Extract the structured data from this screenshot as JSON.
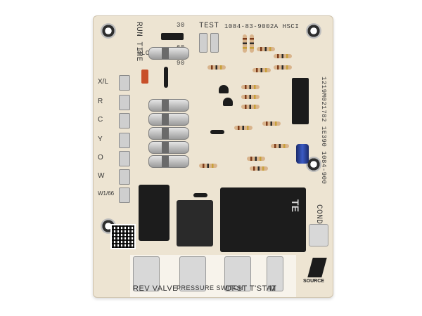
{
  "board": {
    "top_left_label": "RUN TIME",
    "jumper_values": [
      "30",
      "60",
      "90"
    ],
    "test_label": "TEST",
    "part_number_top": "1084-83-9002A HSCI",
    "side_part_number": "1219M021782 1E390 1084-900",
    "plc_label": "PLC=0",
    "terminal_labels": [
      "X/L",
      "R",
      "C",
      "Y",
      "O",
      "W",
      "W1/66"
    ],
    "bottom_labels": [
      "REV VALVE",
      "PRESSURE SWITCH",
      "DFST T'STAT",
      "M"
    ],
    "cond_fan_label": "COND FAN",
    "relay_brand": "TE",
    "source_logo_text": "SOURCE"
  },
  "colors": {
    "board": "#ede4d2",
    "relay": "#1c1c1c",
    "capacitor": "#3c5bc4"
  }
}
